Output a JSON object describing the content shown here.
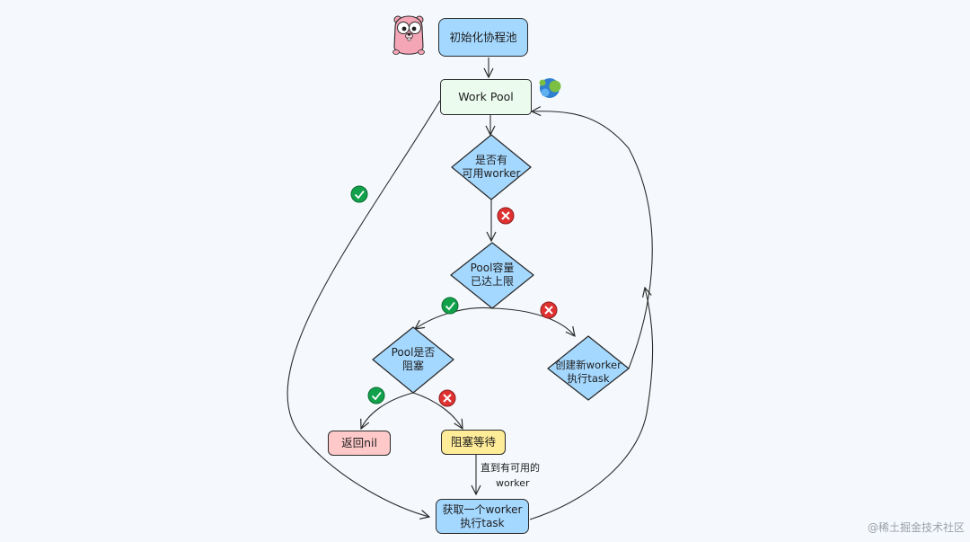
{
  "nodes": {
    "init_pool": "初始化协程池",
    "work_pool": "Work Pool",
    "has_worker": "是否有\n可用worker",
    "capacity_full": "Pool容量\n已达上限",
    "create_worker": "创建新worker\n执行task",
    "pool_blocking": "Pool是否\n阻塞",
    "return_nil": "返回nil",
    "block_wait": "阻塞等待",
    "get_worker": "获取一个worker\n执行task"
  },
  "edge_labels": {
    "wait_until_line1": "直到有可用的",
    "wait_until_line2": "worker"
  },
  "watermark": "@稀土掘金技术社区",
  "colors": {
    "blue_fill": "#a5d8ff",
    "green_fill": "#ebfbee",
    "pink_fill": "#ffc9c9",
    "yellow_fill": "#ffec99",
    "yes_badge": "#12a14b",
    "no_badge": "#e03131"
  },
  "icons": [
    "gopher-mascot",
    "yes-check-icon",
    "no-cross-icon",
    "pool-logo-icon"
  ]
}
